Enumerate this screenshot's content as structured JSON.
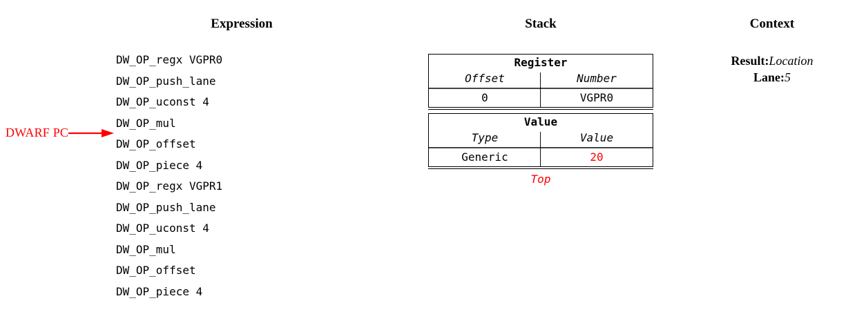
{
  "headings": {
    "expression": "Expression",
    "stack": "Stack",
    "context": "Context"
  },
  "expression": {
    "lines": [
      "DW_OP_regx VGPR0",
      "DW_OP_push_lane",
      "DW_OP_uconst 4",
      "DW_OP_mul",
      "DW_OP_offset",
      "DW_OP_piece 4",
      "DW_OP_regx VGPR1",
      "DW_OP_push_lane",
      "DW_OP_uconst 4",
      "DW_OP_mul",
      "DW_OP_offset",
      "DW_OP_piece 4"
    ],
    "pc_marker": {
      "label": "DWARF PC",
      "points_to_line_index": 4,
      "color": "#ff0000"
    }
  },
  "stack": {
    "frames": [
      {
        "title": "Register",
        "columns": [
          "Offset",
          "Number"
        ],
        "values": [
          "0",
          "VGPR0"
        ],
        "value_colors": [
          "#000000",
          "#000000"
        ]
      },
      {
        "title": "Value",
        "columns": [
          "Type",
          "Value"
        ],
        "values": [
          "Generic",
          "20"
        ],
        "value_colors": [
          "#000000",
          "#ff0000"
        ]
      }
    ],
    "top_label": "Top",
    "top_label_color": "#ff0000"
  },
  "context": {
    "entries": [
      {
        "key": "Result:",
        "value": "Location"
      },
      {
        "key": "Lane:",
        "value": "5"
      }
    ]
  },
  "colors": {
    "background": "#ffffff",
    "text": "#000000",
    "accent_red": "#ff0000",
    "rule_gray": "#444444"
  }
}
